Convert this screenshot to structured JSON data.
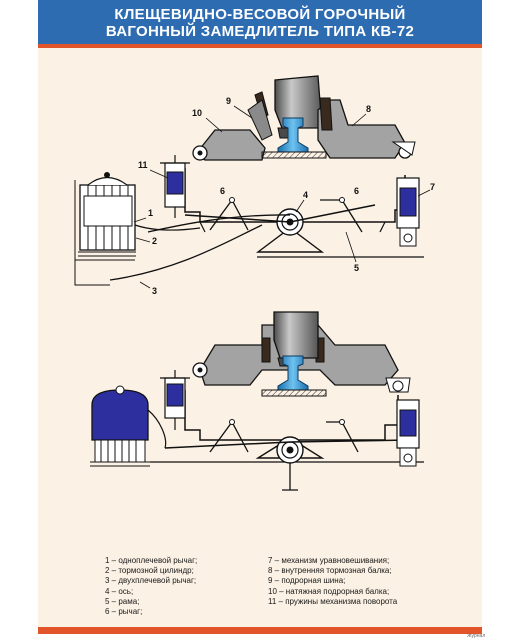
{
  "title": {
    "line1": "КЛЕЩЕВИДНО-ВЕСОВОЙ ГОРОЧНЫЙ",
    "line2": "ВАГОННЫЙ ЗАМЕДЛИТЕЛЬ ТИПА КВ-72"
  },
  "callouts": {
    "c1": "1",
    "c2": "2",
    "c3": "3",
    "c4": "4",
    "c5": "5",
    "c6a": "6",
    "c6b": "6",
    "c7": "7",
    "c8": "8",
    "c9": "9",
    "c10": "10",
    "c11": "11"
  },
  "legend": {
    "left": [
      "1 – одноплечевой рычаг;",
      "2 – тормозной цилиндр;",
      "3 – двухплечевой рычаг;",
      "4 – ось;",
      "5 – рама;",
      "6 – рычаг;"
    ],
    "right": [
      "7 – механизм уравновешивания;",
      "8 – внутренняя тормозная балка;",
      "9 – подрорная шина;",
      "10 – натяжная подрорная балка;",
      "11 – пружины механизма поворота"
    ]
  },
  "publisher": "Журнал",
  "colors": {
    "banner": "#2e6cb2",
    "accent": "#e2542a",
    "background": "#fbf1e4",
    "beam_gray": "#a3a3a3",
    "rail_blue": "#2f96d4",
    "cylinder_blue": "#2e2f9e",
    "wheel_gray": "#777777",
    "brake_shoe": "#3a2a1e"
  }
}
